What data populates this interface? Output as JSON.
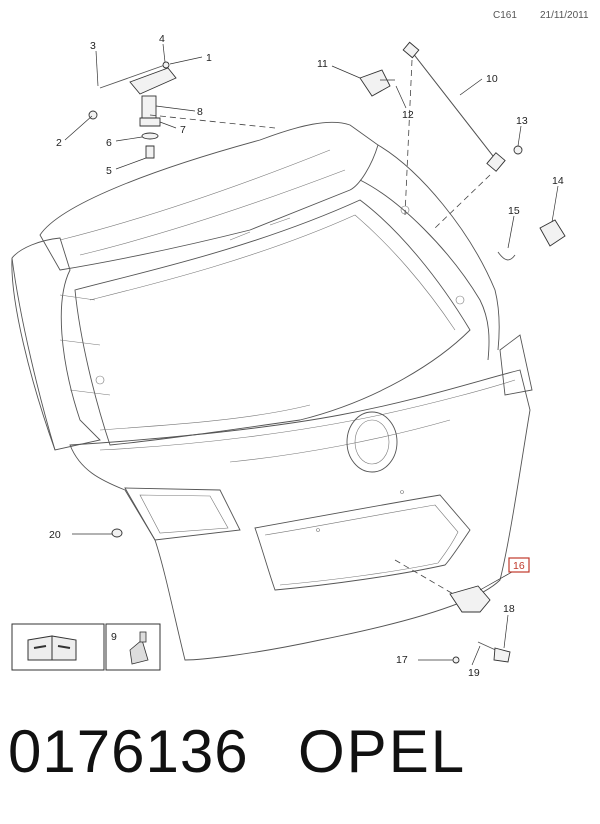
{
  "header": {
    "ref": "C161",
    "date": "21/11/2011"
  },
  "callouts": [
    "1",
    "2",
    "3",
    "4",
    "5",
    "6",
    "7",
    "8",
    "9",
    "10",
    "11",
    "12",
    "13",
    "14",
    "15",
    "16",
    "17",
    "18",
    "19",
    "20"
  ],
  "footer": {
    "part_number": "0176136",
    "brand": "OPEL"
  }
}
